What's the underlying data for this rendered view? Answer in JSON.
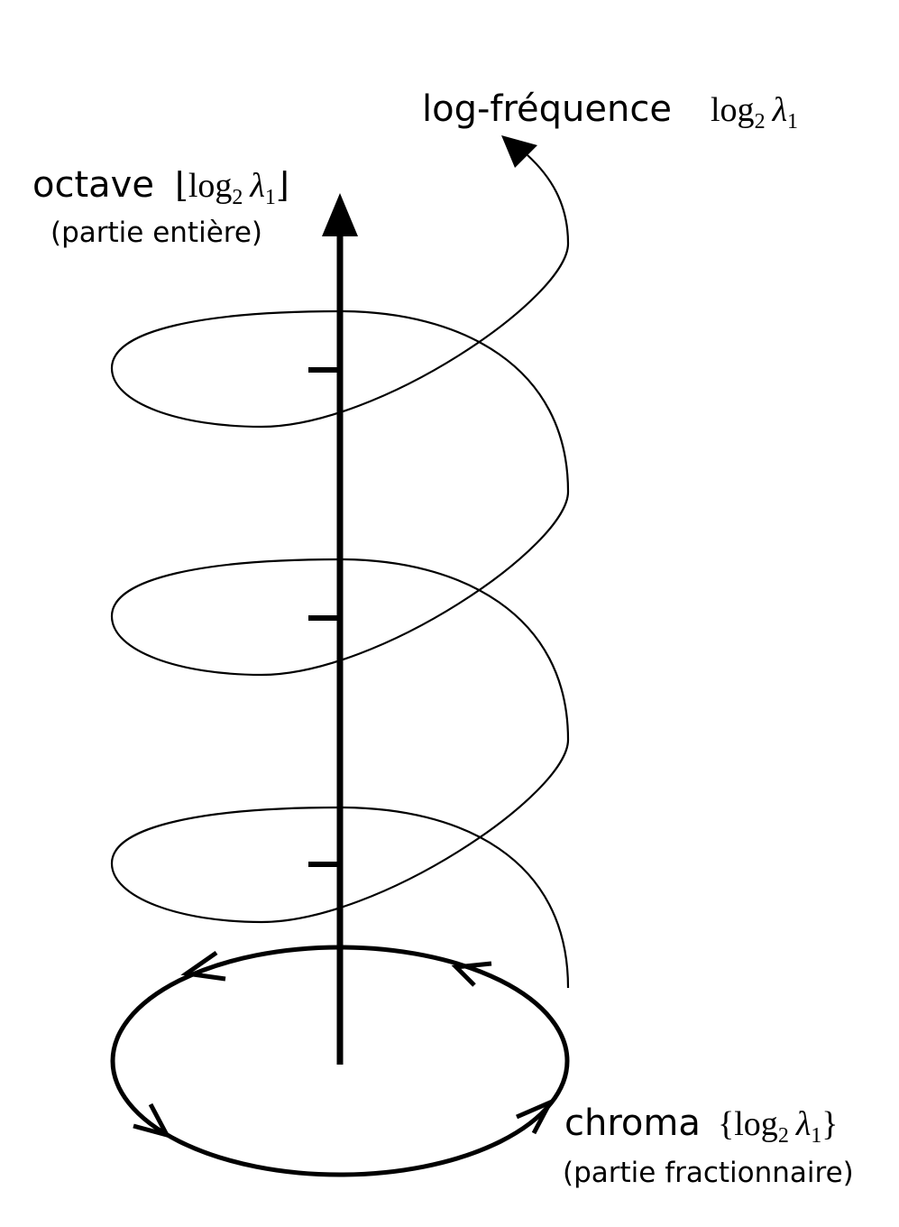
{
  "labels": {
    "log_frequency": {
      "word": "log-fréquence",
      "fn": "log",
      "base": "2",
      "var": "λ",
      "sub": "1"
    },
    "octave": {
      "word": "octave",
      "open": "⌊",
      "fn": "log",
      "base": "2",
      "var": "λ",
      "sub": "1",
      "close": "⌋",
      "note": "(partie entière)"
    },
    "chroma": {
      "word": "chroma",
      "open": "{",
      "fn": "log",
      "base": "2",
      "var": "λ",
      "sub": "1",
      "close": "}",
      "note": "(partie fractionnaire)"
    }
  },
  "colors": {
    "ink": "#000000",
    "background": "#ffffff"
  }
}
